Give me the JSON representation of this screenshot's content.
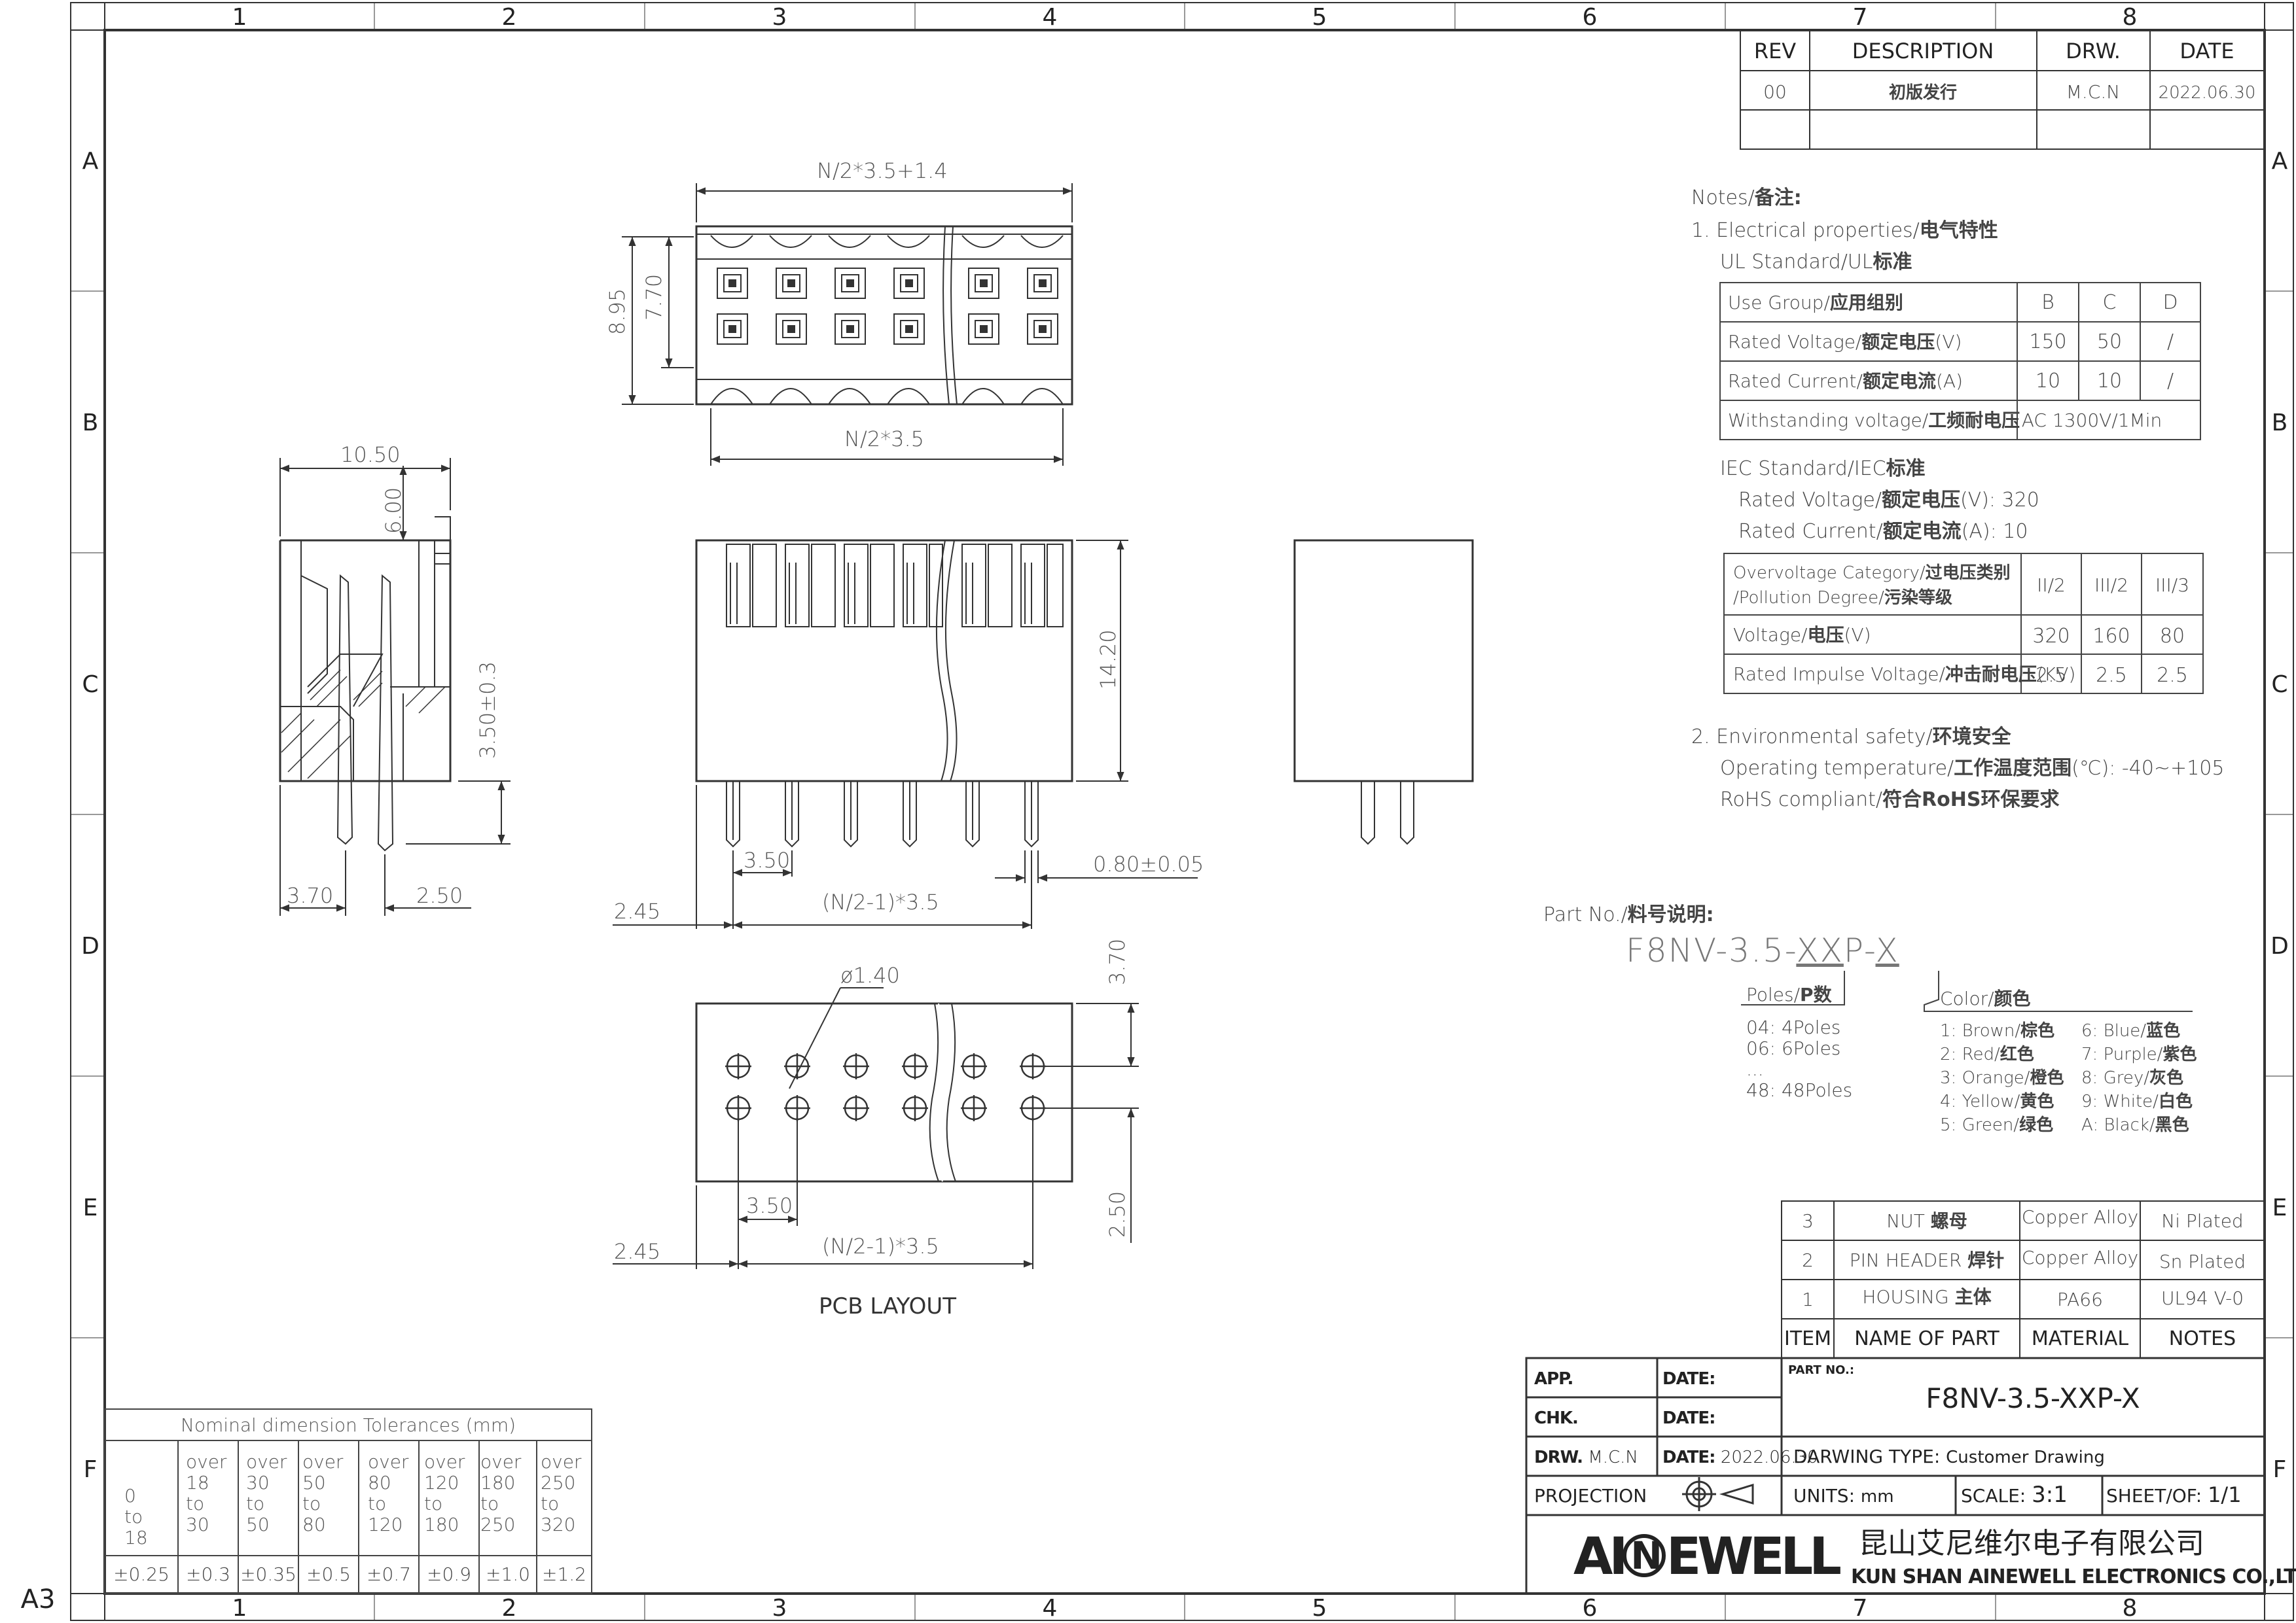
{
  "sheet": {
    "size": "A3",
    "col_labels": [
      "1",
      "2",
      "3",
      "4",
      "5",
      "6",
      "7",
      "8"
    ],
    "row_labels": [
      "A",
      "B",
      "C",
      "D",
      "E",
      "F"
    ]
  },
  "revisions": {
    "headers": [
      "REV",
      "DESCRIPTION",
      "DRW.",
      "DATE"
    ],
    "rows": [
      [
        "00",
        "初版发行",
        "M.C.N",
        "2022.06.30"
      ]
    ]
  },
  "notes": {
    "title_en": "Notes/",
    "title_cn": "备注:",
    "elec_en": "1. Electrical properties/",
    "elec_cn": "电气特性",
    "ul_en": "UL Standard/UL",
    "ul_cn": "标准",
    "ul_table": [
      [
        {
          "en": "Use Group/",
          "cn": "应用组别",
          "u": ""
        },
        "B",
        "C",
        "D"
      ],
      [
        {
          "en": "Rated Voltage/",
          "cn": "额定电压",
          "u": "(V)"
        },
        "150",
        "50",
        "/"
      ],
      [
        {
          "en": "Rated Current/",
          "cn": "额定电流",
          "u": "(A)"
        },
        "10",
        "10",
        "/"
      ],
      [
        {
          "en": "Withstanding voltage/",
          "cn": "工频耐电压",
          "u": ""
        },
        "AC 1300V/1Min"
      ]
    ],
    "iec_en": "IEC Standard/IEC",
    "iec_cn": "标准",
    "iec_v_en": "Rated Voltage/",
    "iec_v_cn": "额定电压",
    "iec_v_val": "(V): 320",
    "iec_c_en": "Rated Current/",
    "iec_c_cn": "额定电流",
    "iec_c_val": "(A): 10",
    "iec_table": {
      "r1a_en": "Overvoltage Category/",
      "r1a_cn": "过电压类别",
      "r1b_en": "/Pollution Degree/",
      "r1b_cn": "污染等级",
      "r1_vals": [
        "II/2",
        "III/2",
        "III/3"
      ],
      "r2_en": "Voltage/",
      "r2_cn": "电压",
      "r2_u": "(V)",
      "r2_vals": [
        "320",
        "160",
        "80"
      ],
      "r3_en": "Rated Impulse Voltage/",
      "r3_cn": "冲击耐电压",
      "r3_u": "(KV)",
      "r3_vals": [
        "2.5",
        "2.5",
        "2.5"
      ]
    },
    "env_en": "2. Environmental safety/",
    "env_cn": "环境安全",
    "temp_en": "Operating temperature/",
    "temp_cn": "工作温度范围",
    "temp_u": "(℃): -40~+105",
    "rohs_en": "RoHS compliant/",
    "rohs_cn": "符合RoHS环保要求"
  },
  "part_no": {
    "label_en": "Part No./",
    "label_cn": "料号说明:",
    "prefix": "F8NV-3.5-",
    "xx": "XX",
    "p": "P-",
    "x": "X",
    "poles_title_en": "Poles/",
    "poles_title_cn": "P数",
    "poles": [
      "04: 4Poles",
      "06: 6Poles",
      "...",
      "48: 48Poles"
    ],
    "color_title_en": "Color/",
    "color_title_cn": "颜色",
    "colors_left": [
      [
        "1: Brown/",
        "棕色"
      ],
      [
        "2: Red/",
        "红色"
      ],
      [
        "3: Orange/",
        "橙色"
      ],
      [
        "4: Yellow/",
        "黄色"
      ],
      [
        "5: Green/",
        "绿色"
      ]
    ],
    "colors_right": [
      [
        "6: Blue/",
        "蓝色"
      ],
      [
        "7: Purple/",
        "紫色"
      ],
      [
        "8: Grey/",
        "灰色"
      ],
      [
        "9: White/",
        "白色"
      ],
      [
        "A: Black/",
        "黑色"
      ]
    ]
  },
  "bom": {
    "rows": [
      [
        "3",
        "NUT",
        "螺母",
        "Copper Alloy",
        "Ni Plated"
      ],
      [
        "2",
        "PIN HEADER",
        "焊针",
        "Copper Alloy",
        "Sn Plated"
      ],
      [
        "1",
        "HOUSING",
        "主体",
        "PA66",
        "UL94 V-0"
      ]
    ],
    "headers": [
      "ITEM",
      "NAME OF PART",
      "MATERIAL",
      "NOTES"
    ]
  },
  "title_block": {
    "app": "APP.",
    "date_lbl": "DATE:",
    "chk": "CHK.",
    "drw": "DRW.",
    "drw_val": "M.C.N",
    "drw_date": "2022.06.30",
    "projection": "PROJECTION",
    "part_no_lbl": "PART NO.:",
    "part_no": "F8NV-3.5-XXP-X",
    "drawing_type_lbl": "DARWING TYPE:",
    "drawing_type": "Customer Drawing",
    "units_lbl": "UNITS:",
    "units": "mm",
    "scale_lbl": "SCALE:",
    "scale": "3:1",
    "sheet_lbl": "SHEET/OF:",
    "sheet": "1/1",
    "logo_a": "AI",
    "logo_n": "N",
    "logo_b": "EWELL",
    "company_cn": "昆山艾尼维尔电子有限公司",
    "company_en": "KUN SHAN AINEWELL ELECTRONICS CO.,LTD"
  },
  "tolerances": {
    "title": "Nominal dimension Tolerances (mm)",
    "ranges": [
      [
        "0",
        "to",
        "18"
      ],
      [
        "over",
        "18",
        "to",
        "30"
      ],
      [
        "over",
        "30",
        "to",
        "50"
      ],
      [
        "over",
        "50",
        "to",
        "80"
      ],
      [
        "over",
        "80",
        "to",
        "120"
      ],
      [
        "over",
        "120",
        "to",
        "180"
      ],
      [
        "over",
        "180",
        "to",
        "250"
      ],
      [
        "over",
        "250",
        "to",
        "320"
      ]
    ],
    "values": [
      "±0.25",
      "±0.3",
      "±0.35",
      "±0.5",
      "±0.7",
      "±0.9",
      "±1.0",
      "±1.2"
    ]
  },
  "dims": {
    "top_width": "N/2*3.5+1.4",
    "top_h1": "8.95",
    "top_h2": "7.70",
    "top_pitch": "N/2*3.5",
    "side_w": "10.50",
    "side_h": "6.00",
    "side_pin": "3.50±0.3",
    "side_a": "3.70",
    "side_b": "2.50",
    "front_h": "14.20",
    "front_pitch": "3.50",
    "front_pin": "0.80±0.05",
    "front_off": "2.45",
    "front_span": "(N/2-1)*3.5",
    "pcb_hole": "ø1.40",
    "pcb_h1": "3.70",
    "pcb_h2": "2.50",
    "pcb_pitch": "3.50",
    "pcb_off": "2.45",
    "pcb_span": "(N/2-1)*3.5",
    "pcb_title": "PCB LAYOUT"
  }
}
